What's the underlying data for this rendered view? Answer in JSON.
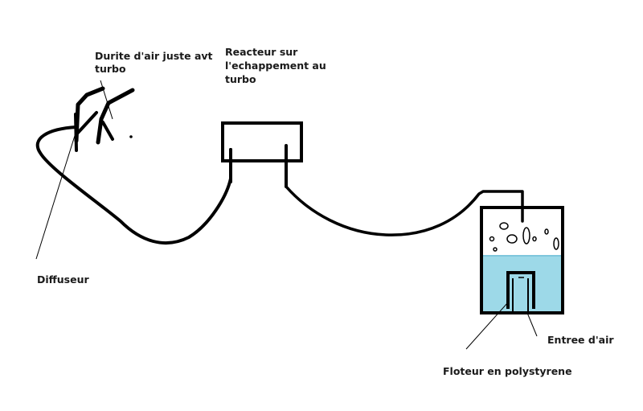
{
  "diagram": {
    "labels": {
      "durite": [
        "Durite d'air juste avt",
        "turbo"
      ],
      "reacteur": [
        "Reacteur sur",
        "l'echappement au",
        "turbo"
      ],
      "diffuseur": "Diffuseur",
      "entree_air": "Entree d'air",
      "floteur": "Floteur en polystyrene"
    },
    "colors": {
      "stroke": "#000000",
      "water": "#9dd9e8",
      "background": "#ffffff"
    }
  }
}
